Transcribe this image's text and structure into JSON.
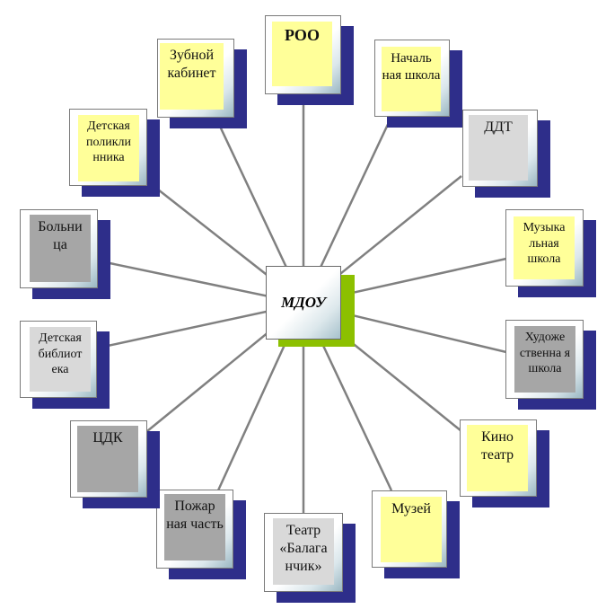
{
  "colors": {
    "yellow": "#ffff99",
    "light_gray": "#d9d9d9",
    "mid_gray": "#a6a6a6",
    "shadow": "#2e2e8a",
    "center_shadow": "#8cc000",
    "line": "#808080"
  },
  "center": {
    "label": "МДОУ"
  },
  "nodes": [
    {
      "id": "roo",
      "label": "РОО",
      "fill": "yellow"
    },
    {
      "id": "nachalnaya",
      "label": "Началь ная школа",
      "fill": "yellow"
    },
    {
      "id": "ddt",
      "label": "ДДТ",
      "fill": "light_gray"
    },
    {
      "id": "muz-shkola",
      "label": "Музыка льная школа",
      "fill": "yellow"
    },
    {
      "id": "hud-shkola",
      "label": "Художе ственна я школа",
      "fill": "mid_gray"
    },
    {
      "id": "kinoteatr",
      "label": "Кино театр",
      "fill": "yellow"
    },
    {
      "id": "muzey",
      "label": "Музей",
      "fill": "yellow"
    },
    {
      "id": "teatr",
      "label": "Театр «Балага нчик»",
      "fill": "light_gray"
    },
    {
      "id": "pozharnaya",
      "label": "Пожар ная часть",
      "fill": "mid_gray"
    },
    {
      "id": "cdk",
      "label": "ЦДК",
      "fill": "mid_gray"
    },
    {
      "id": "det-biblioteka",
      "label": "Детская библиот ека",
      "fill": "light_gray"
    },
    {
      "id": "bolnica",
      "label": "Больни ца",
      "fill": "mid_gray"
    },
    {
      "id": "det-poliklinika",
      "label": "Детская поликли нника",
      "fill": "yellow"
    },
    {
      "id": "zubnoy",
      "label": "Зубной кабинет",
      "fill": "yellow"
    }
  ]
}
